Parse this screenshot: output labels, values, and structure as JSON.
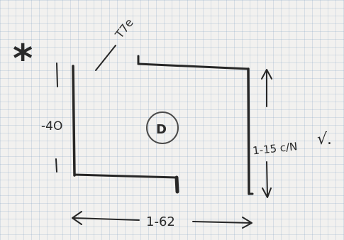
{
  "labels": {
    "marker": "*",
    "door_label": "T7e",
    "room_number": "D",
    "left_dimension": "-4O",
    "right_dimension": "1-15 c/N",
    "right_checkmark": "√.",
    "bottom_dimension": "1-62"
  }
}
